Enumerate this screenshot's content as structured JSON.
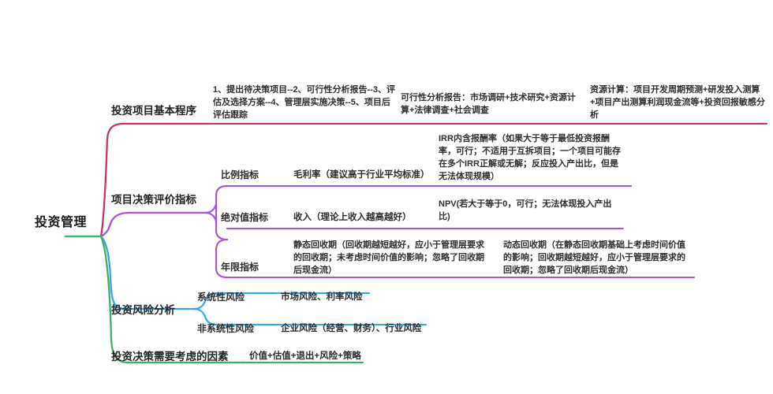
{
  "diagram": {
    "type": "mind-map",
    "title": "投资管理",
    "colors": {
      "root": "#4CAF72",
      "branch_program": "#C6356A",
      "branch_metrics": "#A855D8",
      "branch_risk": "#35A8E0",
      "branch_factors": "#3FAE6B",
      "text": "#2b2b2b"
    }
  },
  "root": {
    "label": "投资管理"
  },
  "branches": {
    "program": {
      "label": "投资项目基本程序",
      "steps": "1、提出待决策项目--2、可行性分析报告--3、评估及选择方案--4、管理层实施决策--5、项目后评估跟踪",
      "feasibility": "可行性分析报告：市场调研+技术研究+资源计算+法律调查+社会调查",
      "resources": "资源计算：项目开发周期预测+研发投入测算+项目产出测算利润现金流等+投资回报敏感分析"
    },
    "metrics": {
      "label": "项目决策评价指标",
      "rows": [
        {
          "label": "比例指标",
          "value": "毛利率（建议高于行业平均标准）",
          "detail": "IRR内含报酬率（如果大于等于最低投资报酬率，可行；不适用于互拆项目；一个项目可能存在多个IRR正解或无解；反应投入产出比，但是无法体现规模）"
        },
        {
          "label": "绝对值指标",
          "value": "收入（理论上收入越高越好）",
          "detail": "NPV(若大于等于0，可行；无法体现投入产出比)"
        },
        {
          "label": "年限指标",
          "value": "静态回收期（回收期越短越好，应小于管理层要求的回收期；未考虑时间价值的影响；忽略了回收期后现金流）",
          "detail": "动态回收期（在静态回收期基础上考虑时间价值的影响；回收期越短越好，应小于管理层要求的回收期；忽略了回收期后现金流）"
        }
      ]
    },
    "risk": {
      "label": "投资风险分析",
      "rows": [
        {
          "label": "系统性风险",
          "value": "市场风险、利率风险"
        },
        {
          "label": "非系统性风险",
          "value": "企业风险（经营、财务）、行业风险"
        }
      ]
    },
    "factors": {
      "label": "投资决策需要考虑的因素",
      "value": "价值+估值+退出+风险+策略"
    }
  }
}
